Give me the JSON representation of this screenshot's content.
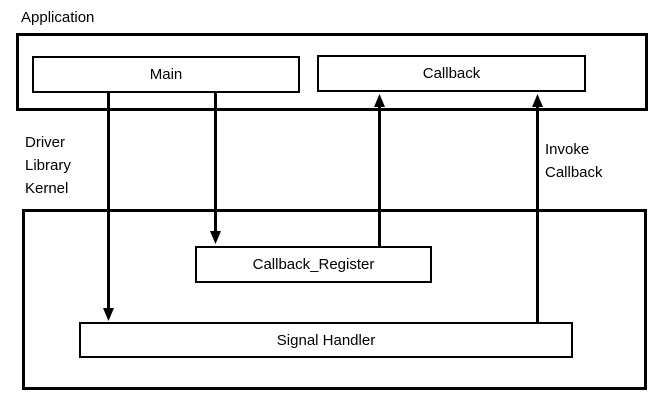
{
  "diagram": {
    "application": {
      "label": "Application",
      "boxes": {
        "main": "Main",
        "callback": "Callback"
      }
    },
    "kernel": {
      "label_lines": [
        "Driver",
        "Library",
        "Kernel"
      ],
      "boxes": {
        "callback_register": "Callback_Register",
        "signal_handler": "Signal Handler"
      }
    },
    "annotations": {
      "invoke_callback_lines": [
        "Invoke",
        "Callback"
      ]
    },
    "arrows": [
      {
        "from": "Main",
        "to": "Signal Handler",
        "direction": "down"
      },
      {
        "from": "Main",
        "to": "Callback_Register",
        "direction": "down"
      },
      {
        "from": "Callback_Register",
        "to": "Callback",
        "direction": "up"
      },
      {
        "from": "Signal Handler",
        "to": "Callback",
        "direction": "up",
        "label": "Invoke Callback"
      }
    ],
    "colors": {
      "line": "#000000",
      "text": "#000000",
      "background": "#ffffff"
    }
  }
}
